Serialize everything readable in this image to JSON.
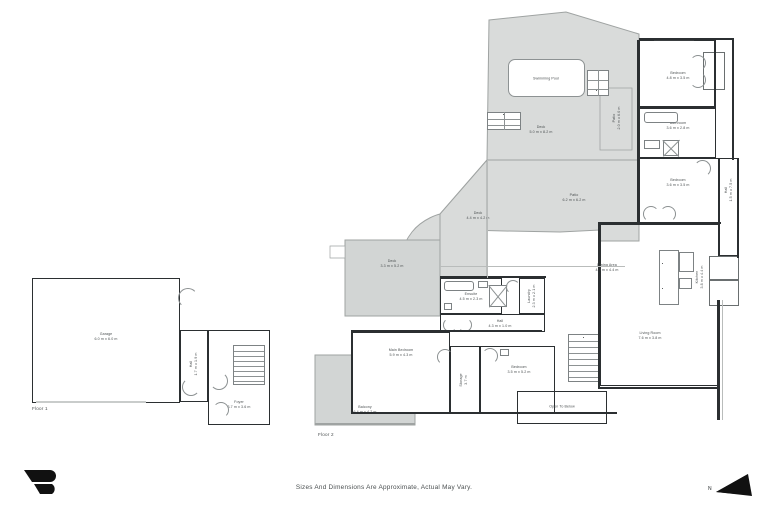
{
  "document": {
    "type": "floor-plan",
    "disclaimer": "Sizes And Dimensions Are Approximate, Actual May Vary.",
    "logo_name": "brand-logo-mark",
    "compass_label": "N"
  },
  "floors": [
    {
      "id": "floor1",
      "tag": "Floor 1"
    },
    {
      "id": "floor2",
      "tag": "Floor 2"
    }
  ],
  "colors": {
    "wall": "#2b2f31",
    "thin_wall": "#6f7476",
    "outdoor_fill": "#d9dbda",
    "outdoor_fill_alt": "#d2d5d4",
    "interior_fill": "#ffffff",
    "text": "#4a4f50",
    "hairline": "#b9bcbb"
  },
  "floor1_rooms": [
    {
      "name": "Garage",
      "dims": "6.0 m x 6.0 m"
    },
    {
      "name": "Hall",
      "dims": "1.7 m x 1.9 m"
    },
    {
      "name": "Foyer",
      "dims": "3.7 m x 3.6 m"
    }
  ],
  "floor2_rooms": [
    {
      "name": "Swimming Pool",
      "dims": ""
    },
    {
      "name": "Deck",
      "dims": "5.0 m x 8.2 m"
    },
    {
      "name": "Patio",
      "dims": "2.0 m x 6.0 m"
    },
    {
      "name": "Patio",
      "dims": "6.2 m x 6.2 m"
    },
    {
      "name": "Deck",
      "dims": "4.4 m x 4.2 m"
    },
    {
      "name": "Deck",
      "dims": "3.3 m x 5.2 m"
    },
    {
      "name": "Bedroom",
      "dims": "4.8 m x 3.5 m"
    },
    {
      "name": "Bathroom",
      "dims": "3.6 m x 2.8 m"
    },
    {
      "name": "Bedroom",
      "dims": "3.6 m x 3.5 m"
    },
    {
      "name": "Hall",
      "dims": "1.5 m x 7.5 m"
    },
    {
      "name": "Dining Area",
      "dims": "4.9 m x 4.4 m"
    },
    {
      "name": "Kitchen",
      "dims": "3.8 m x 4.4 m"
    },
    {
      "name": "Living Room",
      "dims": "7.6 m x 3.8 m"
    },
    {
      "name": "Ensuite",
      "dims": "4.5 m x 2.3 m"
    },
    {
      "name": "Laundry",
      "dims": "2.3 m x 2.1 m"
    },
    {
      "name": "Hall",
      "dims": "4.3 m x 1.0 m"
    },
    {
      "name": "Main Bedroom",
      "dims": "5.9 m x 4.3 m"
    },
    {
      "name": "Storage",
      "dims": "3.7 m"
    },
    {
      "name": "Bedroom",
      "dims": "3.5 m x 5.2 m"
    },
    {
      "name": "Balcony",
      "dims": "6.4 m x 4.2 m"
    },
    {
      "name": "Open To Below",
      "dims": ""
    }
  ],
  "labels": {
    "garage": {
      "name": "Garage",
      "dims": "6.0 m x 6.0 m"
    },
    "f1_hall": {
      "name": "Hall",
      "dims": "1.7 m x 1.9 m"
    },
    "foyer": {
      "name": "Foyer",
      "dims": "3.7 m x 3.6 m"
    },
    "pool": {
      "name": "Swimming Pool",
      "dims": ""
    },
    "deck_pool": {
      "name": "Deck",
      "dims": "5.0 m x 8.2 m"
    },
    "patio_side": {
      "name": "Patio",
      "dims": "2.0 m x 6.0 m"
    },
    "patio_main": {
      "name": "Patio",
      "dims": "6.2 m x 6.2 m"
    },
    "deck_mid": {
      "name": "Deck",
      "dims": "4.4 m x 4.2 m"
    },
    "deck_left": {
      "name": "Deck",
      "dims": "3.3 m x 5.2 m"
    },
    "bed_top": {
      "name": "Bedroom",
      "dims": "4.8 m x 3.5 m"
    },
    "bath_top": {
      "name": "Bathroom",
      "dims": "3.6 m x 2.8 m"
    },
    "bed_mid": {
      "name": "Bedroom",
      "dims": "3.6 m x 3.5 m"
    },
    "hall_right": {
      "name": "Hall",
      "dims": "1.5 m x 7.5 m"
    },
    "dining": {
      "name": "Dining Area",
      "dims": "4.9 m x 4.4 m"
    },
    "kitchen": {
      "name": "Kitchen",
      "dims": "3.8 m x 4.4 m"
    },
    "living": {
      "name": "Living Room",
      "dims": "7.6 m x 3.8 m"
    },
    "ensuite": {
      "name": "Ensuite",
      "dims": "4.5 m x 2.3 m"
    },
    "laundry": {
      "name": "Laundry",
      "dims": "2.3 m x 2.1 m"
    },
    "hall_mid": {
      "name": "Hall",
      "dims": "4.3 m x 1.0 m"
    },
    "main_bed": {
      "name": "Main Bedroom",
      "dims": "5.9 m x 4.3 m"
    },
    "storage": {
      "name": "Storage",
      "dims": "3.7 m"
    },
    "bed_low": {
      "name": "Bedroom",
      "dims": "3.5 m x 5.2 m"
    },
    "balcony": {
      "name": "Balcony",
      "dims": "6.4 m x 4.2 m"
    },
    "open_below": {
      "name": "Open To Below",
      "dims": ""
    }
  },
  "floor_tags": {
    "floor1": "Floor 1",
    "floor2": "Floor 2"
  }
}
